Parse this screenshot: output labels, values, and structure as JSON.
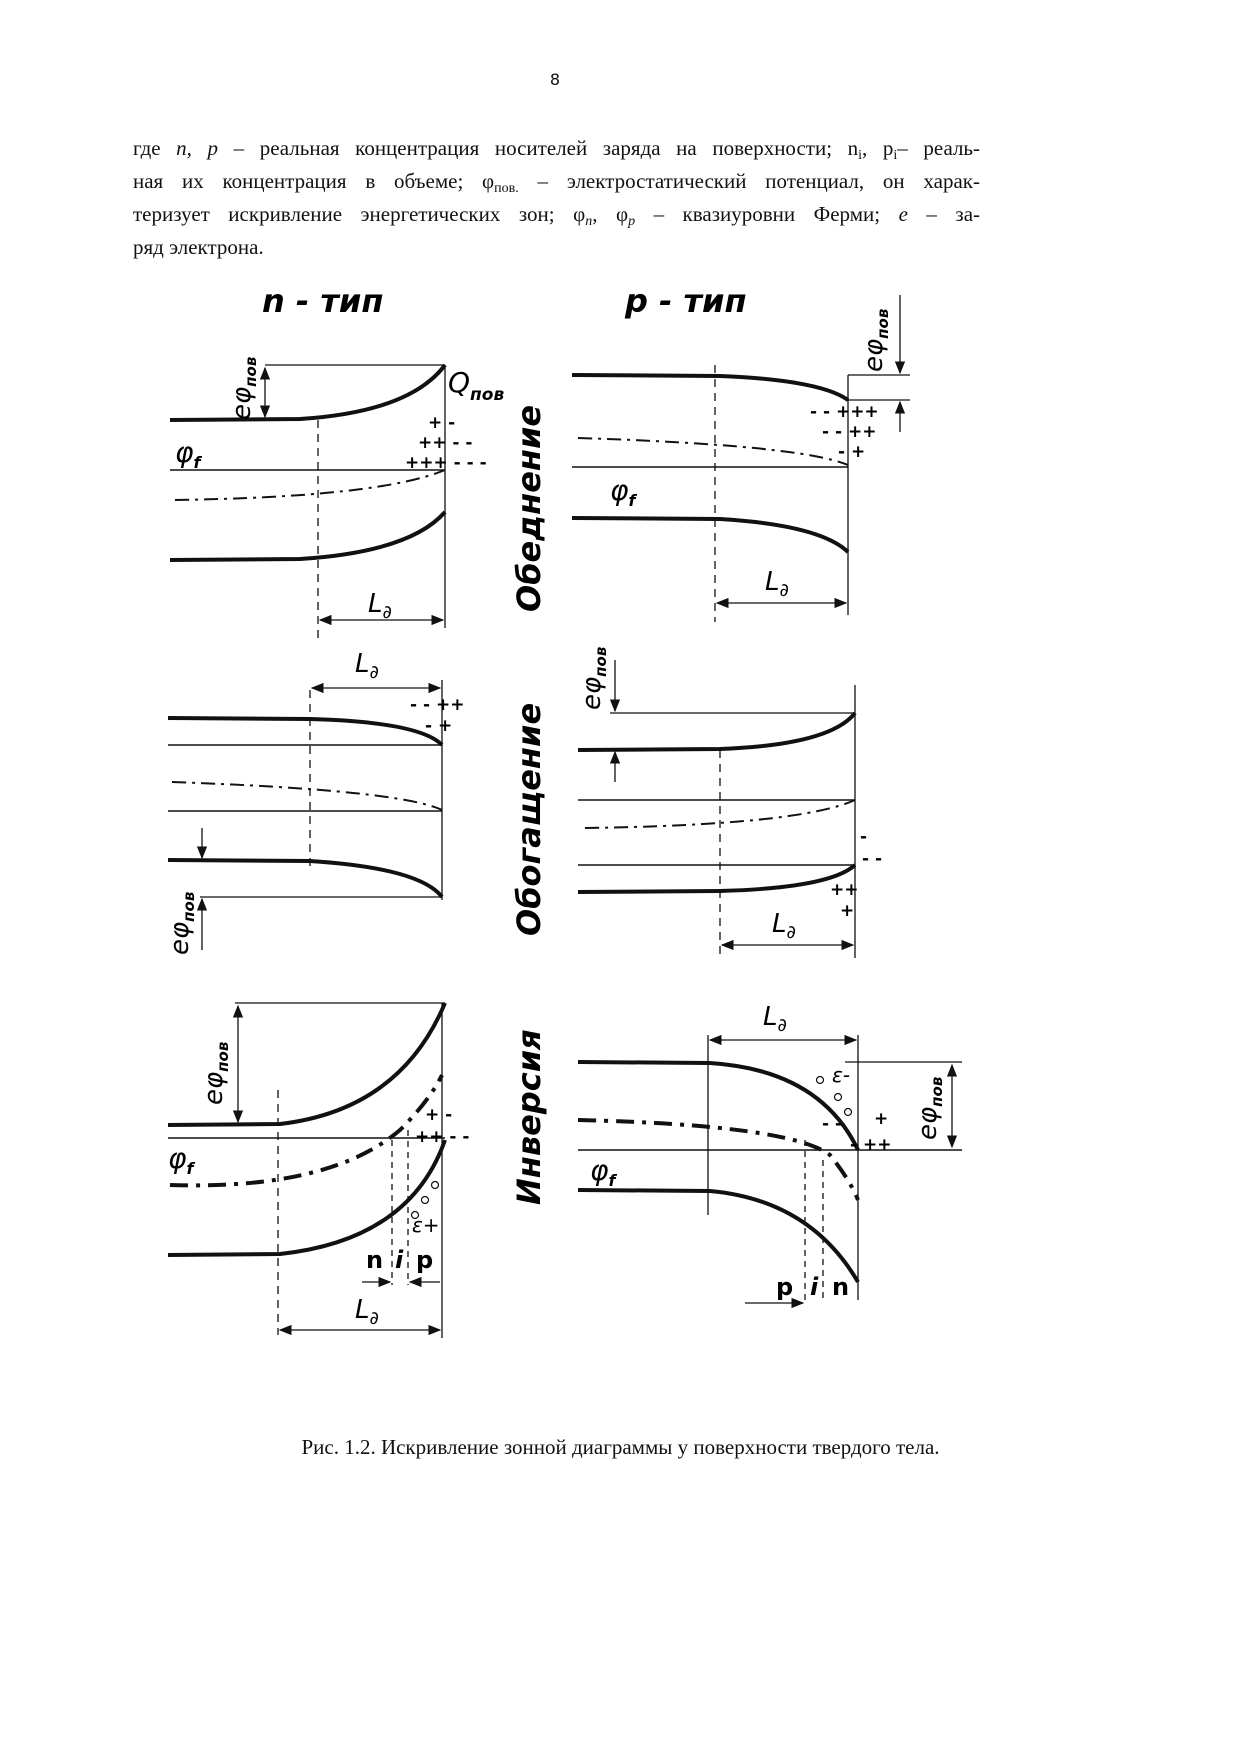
{
  "page_number": "8",
  "paragraph": {
    "line1": {
      "a": "где ",
      "np": "n, p",
      "b": " – реальная концентрация носителей заряда на поверхности; n",
      "sub1": "i",
      "c": ", p",
      "sub2": "i",
      "d": "– реаль-"
    },
    "line2": {
      "a": "ная их концентрация в объеме; φ",
      "sub": "пов.",
      "b": " – электростатический потенциал, он харак-"
    },
    "line3": {
      "a": "теризует искривление энергетических зон; φ",
      "sub1": "n",
      "b": ", φ",
      "sub2": "p",
      "c": " – квазиуровни Ферми; ",
      "e": "e",
      "d": " – за-"
    },
    "line4": "ряд электрона."
  },
  "figure": {
    "col_n": "n - тип",
    "col_p": "p - тип",
    "row_depletion": "Обеднение",
    "row_enrichment": "Обогащение",
    "row_inversion": "Инверсия",
    "e_phi": "eφ",
    "pov": "пов",
    "Q": "Q",
    "phi_f": "φ",
    "f": "f",
    "L": "L",
    "d": "∂",
    "n": "n",
    "i": "i",
    "p": "p",
    "eps_plus": "ε+",
    "eps_minus": "ε-",
    "charges": {
      "p1": [
        "+ -",
        "++ - -",
        "+++ - - -"
      ],
      "p2": [
        "- - +++",
        "- - ++",
        "- +"
      ],
      "p3": [
        "- - ++",
        "- +"
      ],
      "p4": [
        "-",
        "- -",
        "++",
        "+"
      ],
      "p5": [
        "+ -",
        "++ - -"
      ],
      "p6": [
        "+",
        "- ++",
        "- -"
      ]
    }
  },
  "caption": "Рис. 1.2. Искривление зонной диаграммы у поверхности твердого тела."
}
